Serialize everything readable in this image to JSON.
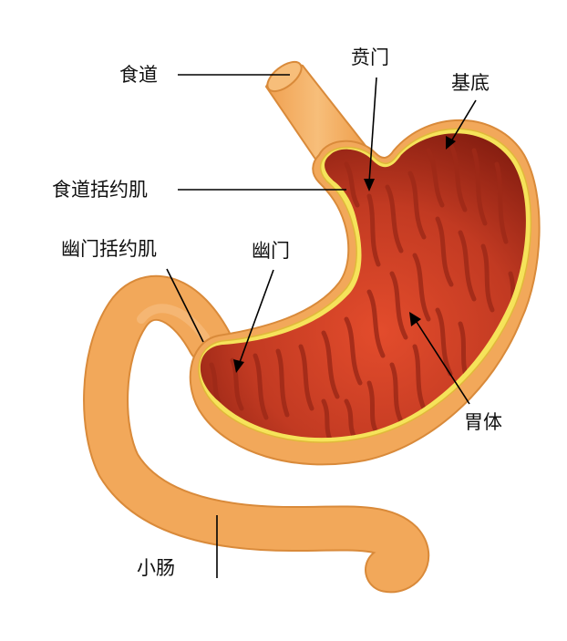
{
  "labels": {
    "esophagus": "食道",
    "cardia": "贲门",
    "fundus": "基底",
    "lower_esophageal_sphincter": "食道括约肌",
    "pyloric_sphincter": "幽门括约肌",
    "pylorus": "幽门",
    "body": "胃体",
    "small_intestine": "小肠"
  },
  "colors": {
    "outer_tissue": "#F2A85A",
    "outer_stroke": "#D98A3A",
    "lining_yellow": "#F6E35A",
    "lumen_dark": "#8E1E10",
    "lumen_light": "#D8452A",
    "ruga": "#9E2A18"
  }
}
